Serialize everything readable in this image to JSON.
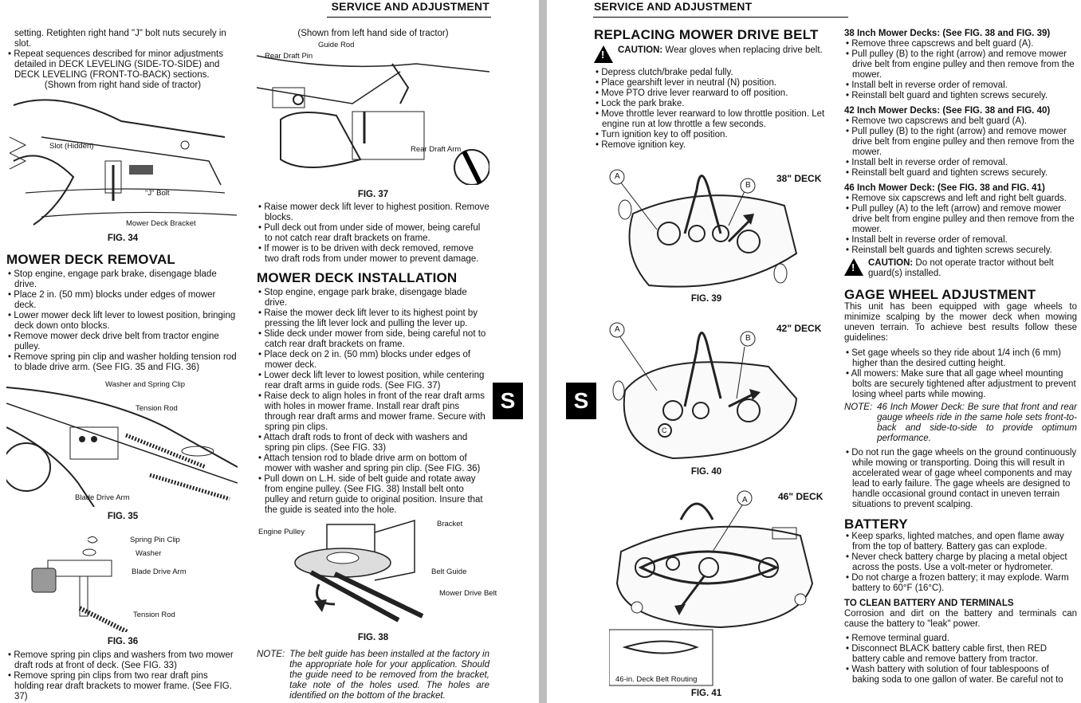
{
  "left_page": {
    "header": "SERVICE AND ADJUSTMENT",
    "col1": {
      "intro_text": "setting. Retighten right hand \"J\" bolt nuts securely in slot.",
      "intro_bullet": "Repeat sequences described for minor adjustments detailed in DECK LEVELING (SIDE-TO-SIDE) and DECK LEVELING (FRONT-TO-BACK) sections.",
      "fig34_caption": "(Shown from right hand side of tractor)",
      "fig34_labels": [
        "Slot (Hidden)",
        "\"J\" Bolt",
        "Mower Deck Bracket"
      ],
      "fig34": "FIG. 34",
      "removal_title": "MOWER DECK REMOVAL",
      "removal_steps": [
        "Stop engine, engage park brake, disengage blade drive.",
        "Place 2 in. (50 mm) blocks under edges of mower deck.",
        "Lower mower deck lift lever to lowest position, bringing deck down onto blocks.",
        "Remove mower deck drive belt from tractor engine pulley.",
        "Remove spring pin clip and washer holding tension rod to blade drive arm. (See FIG. 35 and FIG. 36)"
      ],
      "fig35_labels": [
        "Washer and Spring Clip",
        "Tension Rod",
        "Blade Drive Arm"
      ],
      "fig35": "FIG. 35",
      "fig36_labels": [
        "Spring Pin Clip",
        "Washer",
        "Blade Drive Arm",
        "Tension Rod"
      ],
      "fig36": "FIG. 36",
      "after_steps": [
        "Remove spring pin clips and washers from two mower draft rods at front of deck. (See FIG. 33)",
        "Remove spring pin clips from two rear draft pins holding rear draft brackets to mower frame. (See FIG. 37)"
      ]
    },
    "col2": {
      "fig37_caption": "(Shown from left hand side of tractor)",
      "fig37_labels": [
        "Guide Rod",
        "Rear Draft Pin",
        "Rear Draft Arm"
      ],
      "fig37": "FIG. 37",
      "fig37_steps": [
        "Raise mower deck lift lever to highest position. Remove blocks.",
        "Pull deck out from under side of mower, being careful to not catch rear draft brackets on frame.",
        " If mower is to be driven with deck removed, remove two draft rods from under mower to prevent damage."
      ],
      "install_title": "MOWER DECK INSTALLATION",
      "install_steps": [
        "Stop engine, engage park brake, disengage blade drive.",
        "Raise the mower deck lift lever to its highest point by pressing the lift lever lock and pulling the lever up.",
        "Slide deck under mower from side, being careful not to catch rear draft brackets on frame.",
        "Place deck on 2 in. (50 mm) blocks under edges of mower deck.",
        "Lower deck lift lever to lowest position, while centering rear draft arms in guide rods. (See FIG. 37)",
        "Raise deck to align holes in front of the rear draft arms with holes in mower frame. Install rear draft pins through rear draft arms and mower frame. Secure with spring pin clips.",
        "Attach draft rods to front of deck with washers and spring pin clips. (See FIG. 33)",
        "Attach tension rod to blade drive arm on bottom of mower with washer and spring pin clip. (See FIG. 36)",
        "Pull down on L.H. side of belt guide and rotate away from engine pulley. (See FIG. 38) Install belt onto pulley and return guide to original position. Insure that the guide is seated into the hole."
      ],
      "fig38_labels": [
        "Engine Pulley",
        "Bracket",
        "Belt Guide",
        "Mower Drive Belt"
      ],
      "fig38": "FIG. 38",
      "note_label": "NOTE:",
      "note_text": "The belt guide has been installed at the factory in the appropriate hole for your application. Should the guide need to be removed from the bracket, take note of the holes used. The holes are identified on the bottom of the bracket."
    },
    "tab": "S"
  },
  "right_page": {
    "header": "SERVICE AND ADJUSTMENT",
    "tab": "S",
    "col1": {
      "belt_title": "REPLACING MOWER DRIVE BELT",
      "caution_label": "CAUTION:",
      "caution_text": "Wear gloves when replacing drive belt.",
      "belt_steps": [
        "Depress clutch/brake pedal fully.",
        "Place gearshift lever in neutral (N) position.",
        "Move PTO drive lever rearward to off position.",
        "Lock the park brake.",
        "Move throttle lever rearward to low throttle position. Let engine run at low throttle a few seconds.",
        "Turn ignition key to off position.",
        "Remove ignition key."
      ],
      "fig39_deck": "38\" DECK",
      "fig39": "FIG. 39",
      "fig40_deck": "42\" DECK",
      "fig40": "FIG. 40",
      "fig41_deck": "46\" DECK",
      "fig41_inset": "46-in. Deck Belt Routing",
      "fig41": "FIG. 41",
      "label_a": "A",
      "label_b": "B",
      "label_c": "C"
    },
    "col2": {
      "h38": "38 Inch Mower Decks: (See FIG. 38 and FIG. 39)",
      "s38": [
        "Remove three capscrews and belt guard (A).",
        "Pull pulley (B) to the right (arrow) and remove mower drive belt from engine pulley and then remove from the mower.",
        "Install belt in reverse order of removal.",
        "Reinstall belt guard and tighten screws securely."
      ],
      "h42": "42 Inch Mower Decks: (See FIG. 38 and FIG. 40)",
      "s42": [
        "Remove two capscrews and belt guard (A).",
        "Pull pulley (B) to the right (arrow) and remove mower drive belt from engine pulley and then remove from the mower.",
        "Install belt in reverse order of removal.",
        "Reinstall belt guard and tighten screws securely."
      ],
      "h46": "46 Inch Mower Deck: (See FIG. 38 and FIG. 41)",
      "s46": [
        "Remove six capscrews and left and right belt guards.",
        "Pull pulley (A) to the left (arrow) and remove mower drive belt from engine pulley and then remove from the mower.",
        "Install belt in reverse order of removal.",
        "Reinstall belt guards and tighten screws securely."
      ],
      "caution_label": "CAUTION:",
      "caution_text": "Do not operate tractor without belt guard(s) installed.",
      "gage_title": "GAGE WHEEL ADJUSTMENT",
      "gage_intro": "This unit has been equipped with gage wheels to minimize scalping by the mower deck when mowing uneven terrain. To achieve best results follow these guidelines:",
      "gage_b1": "Set gage wheels so they ride about 1/4 inch (6 mm) higher than the desired cutting height.",
      "gage_b2": "All mowers: Make sure that all gage wheel mounting bolts are securely tightened after adjustment to prevent losing wheel parts while mowing.",
      "note_label": "NOTE:",
      "note_text": "46 Inch Mower Deck: Be sure that front and rear gauge wheels ride in the same hole sets front-to-back and side-to-side to provide optimum performance.",
      "gage_b3": "Do not run the gage wheels on the ground continuously while mowing or transporting. Doing this will result in accelerated wear of gage wheel components and may lead to early failure. The gage wheels are designed to handle occasional ground contact in uneven terrain situations to prevent scalping.",
      "battery_title": "BATTERY",
      "battery_steps": [
        "Keep sparks, lighted matches, and open flame away from the top of battery. Battery gas can explode.",
        "Never check battery charge by placing a metal object across the posts. Use a volt-meter or hydrometer.",
        "Do not charge a frozen battery; it may explode. Warm battery to 60°F (16°C)."
      ],
      "clean_title": "TO CLEAN BATTERY AND TERMINALS",
      "clean_intro": "Corrosion and dirt on the battery and terminals can cause the battery to \"leak\" power.",
      "clean_steps": [
        "Remove terminal guard.",
        "Disconnect BLACK battery cable first, then RED battery cable and remove battery from tractor.",
        "Wash battery with solution of four tablespoons of baking soda to one gallon of water. Be careful not to"
      ]
    }
  }
}
